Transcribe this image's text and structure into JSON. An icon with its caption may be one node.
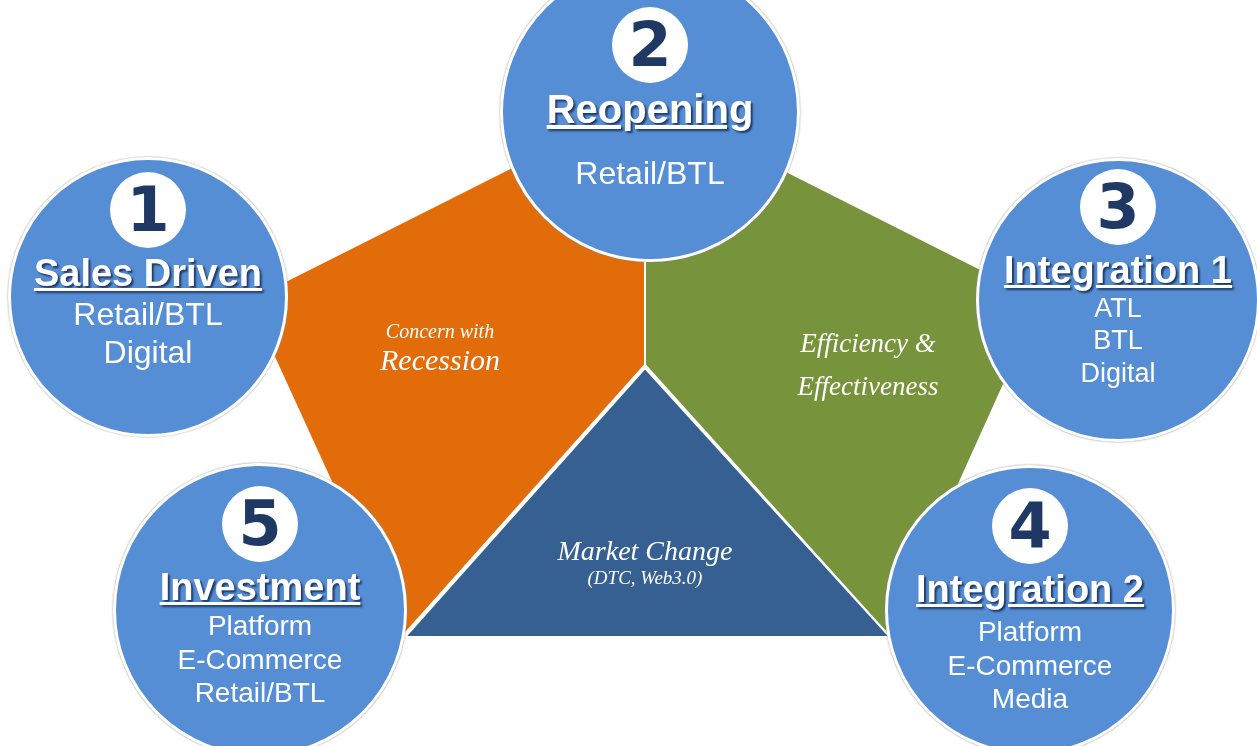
{
  "diagram": {
    "nodes": [
      {
        "text": [
          "1",
          "Sales Driven",
          "Retail/BTL",
          "Digital"
        ]
      },
      {
        "text": [
          "2",
          "Reopening",
          "Retail/BTL"
        ]
      },
      {
        "text": [
          "3",
          "Integration 1",
          "ATL",
          "BTL",
          "Digital"
        ]
      },
      {
        "text": [
          "4",
          "Integration 2",
          "Platform",
          "E-Commerce",
          "Media"
        ]
      },
      {
        "text": [
          "5",
          "Investment",
          "Platform",
          "E-Commerce",
          "Retail/BTL"
        ]
      },
      {
        "text": [
          "Concern with",
          "Recession"
        ]
      },
      {
        "text": [
          "Efficiency & Effectiveness"
        ]
      },
      {
        "text": [
          "Market Change",
          "(DTC, Web3.0)"
        ]
      }
    ],
    "edges": []
  }
}
